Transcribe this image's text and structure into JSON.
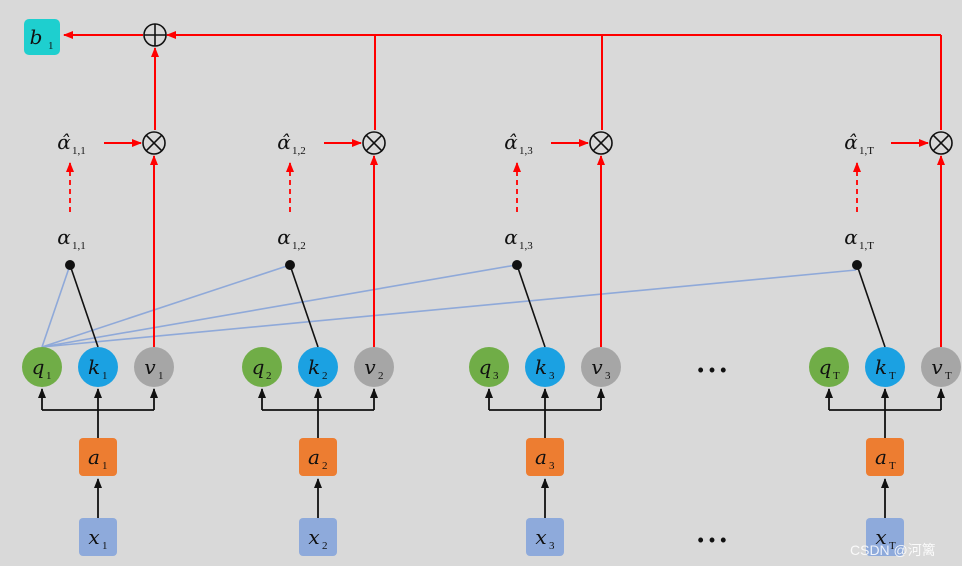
{
  "output": {
    "symbol": "b",
    "sub": "1"
  },
  "columns": [
    {
      "x_sym": "x",
      "a_sym": "a",
      "q_sym": "q",
      "k_sym": "k",
      "v_sym": "v",
      "index": "1",
      "alpha_sym": "α",
      "alpha_sub": "1,1",
      "alpha_hat_sym": "α̂",
      "alpha_hat_sub": "1,1"
    },
    {
      "x_sym": "x",
      "a_sym": "a",
      "q_sym": "q",
      "k_sym": "k",
      "v_sym": "v",
      "index": "2",
      "alpha_sym": "α",
      "alpha_sub": "1,2",
      "alpha_hat_sym": "α̂",
      "alpha_hat_sub": "1,2"
    },
    {
      "x_sym": "x",
      "a_sym": "a",
      "q_sym": "q",
      "k_sym": "k",
      "v_sym": "v",
      "index": "3",
      "alpha_sym": "α",
      "alpha_sub": "1,3",
      "alpha_hat_sym": "α̂",
      "alpha_hat_sub": "1,3"
    },
    {
      "x_sym": "x",
      "a_sym": "a",
      "q_sym": "q",
      "k_sym": "k",
      "v_sym": "v",
      "index": "T",
      "alpha_sym": "α",
      "alpha_sub": "1,T",
      "alpha_hat_sym": "α̂",
      "alpha_hat_sub": "1,T"
    }
  ],
  "operators": {
    "sum": "⊕",
    "multiply": "⊗"
  },
  "ellipsis": "• • •",
  "watermark": "CSDN @河篱",
  "colors": {
    "background": "#d9d9d9",
    "output_box": "#1ecfcf",
    "input_box": "#8eaadb",
    "embed_box": "#ed7d31",
    "query": "#70ad47",
    "key": "#1ba1e2",
    "value": "#a6a6a6",
    "attention_flow": "#ff0000",
    "query_link": "#8fa9d9",
    "black": "#111111"
  }
}
